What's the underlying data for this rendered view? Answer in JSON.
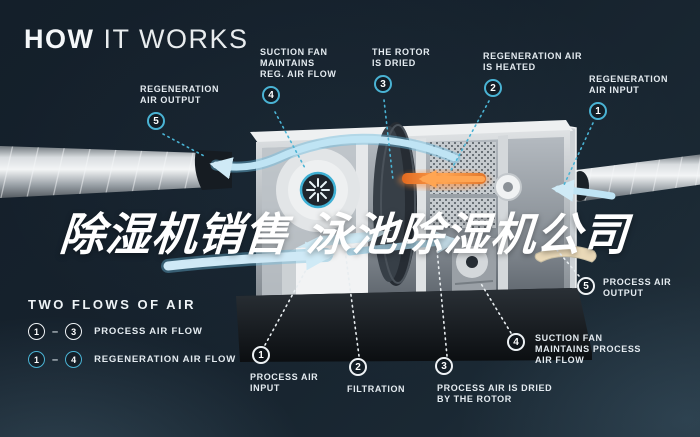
{
  "title": {
    "bold": "HOW",
    "light": " IT WORKS"
  },
  "overlay_text": "除湿机销售 泳池除湿机公司",
  "colors": {
    "background": "#17222d",
    "accent_cyan": "#4ab3d4",
    "process_white": "#eef2f5",
    "heater_orange": "#f08c3c",
    "airflow_blue": "#bfe4f4"
  },
  "legend": {
    "title": "TWO FLOWS OF AIR",
    "separator": "–",
    "items": [
      {
        "from": "1",
        "to": "3",
        "label": "PROCESS AIR FLOW",
        "flow": "process"
      },
      {
        "from": "1",
        "to": "4",
        "label": "REGENERATION AIR FLOW",
        "flow": "regeneration"
      }
    ]
  },
  "callouts": [
    {
      "num": "5",
      "label": "REGENERATION\nAIR OUTPUT",
      "flow": "regeneration"
    },
    {
      "num": "4",
      "label": "SUCTION FAN\nMAINTAINS\nREG. AIR FLOW",
      "flow": "regeneration"
    },
    {
      "num": "3",
      "label": "THE ROTOR\nIS DRIED",
      "flow": "regeneration"
    },
    {
      "num": "2",
      "label": "REGENERATION AIR\nIS HEATED",
      "flow": "regeneration"
    },
    {
      "num": "1",
      "label": "REGENERATION\nAIR INPUT",
      "flow": "regeneration"
    },
    {
      "num": "5",
      "label": "PROCESS AIR\nOUTPUT",
      "flow": "process"
    },
    {
      "num": "4",
      "label": "SUCTION FAN\nMAINTAINS PROCESS\nAIR FLOW",
      "flow": "process"
    },
    {
      "num": "3",
      "label": "PROCESS AIR IS DRIED\nBY THE ROTOR",
      "flow": "process"
    },
    {
      "num": "2",
      "label": "FILTRATION",
      "flow": "process"
    },
    {
      "num": "1",
      "label": "PROCESS AIR\nINPUT",
      "flow": "process"
    }
  ]
}
